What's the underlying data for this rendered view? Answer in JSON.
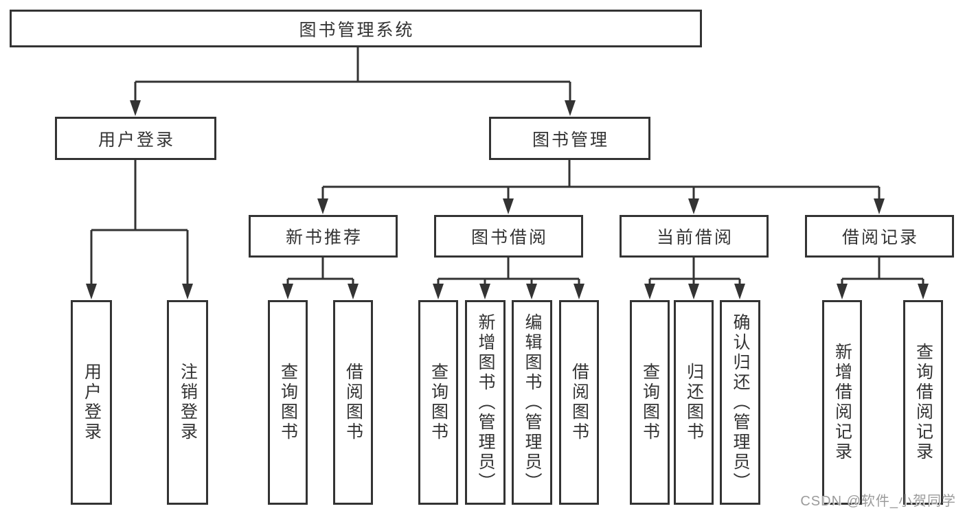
{
  "diagram_type": "hierarchy-flowchart",
  "colors": {
    "line": "#333333",
    "box_border": "#333333",
    "box_fill": "#ffffff",
    "text": "#333333",
    "watermark": "#9b9b9b",
    "background": "#ffffff"
  },
  "tree": {
    "label": "图书管理系统",
    "children": [
      {
        "label": "用户登录",
        "children": [
          {
            "label": "用户登录"
          },
          {
            "label": "注销登录"
          }
        ]
      },
      {
        "label": "图书管理",
        "children": [
          {
            "label": "新书推荐",
            "children": [
              {
                "label": "查询图书"
              },
              {
                "label": "借阅图书"
              }
            ]
          },
          {
            "label": "图书借阅",
            "children": [
              {
                "label": "查询图书"
              },
              {
                "label": "新增图书（管理员）"
              },
              {
                "label": "编辑图书（管理员）"
              },
              {
                "label": "借阅图书"
              }
            ]
          },
          {
            "label": "当前借阅",
            "children": [
              {
                "label": "查询图书"
              },
              {
                "label": "归还图书"
              },
              {
                "label": "确认归还（管理员）"
              }
            ]
          },
          {
            "label": "借阅记录",
            "children": [
              {
                "label": "新增借阅记录"
              },
              {
                "label": "查询借阅记录"
              }
            ]
          }
        ]
      }
    ]
  },
  "watermark": {
    "text": "CSDN @软件_小贺同学"
  }
}
